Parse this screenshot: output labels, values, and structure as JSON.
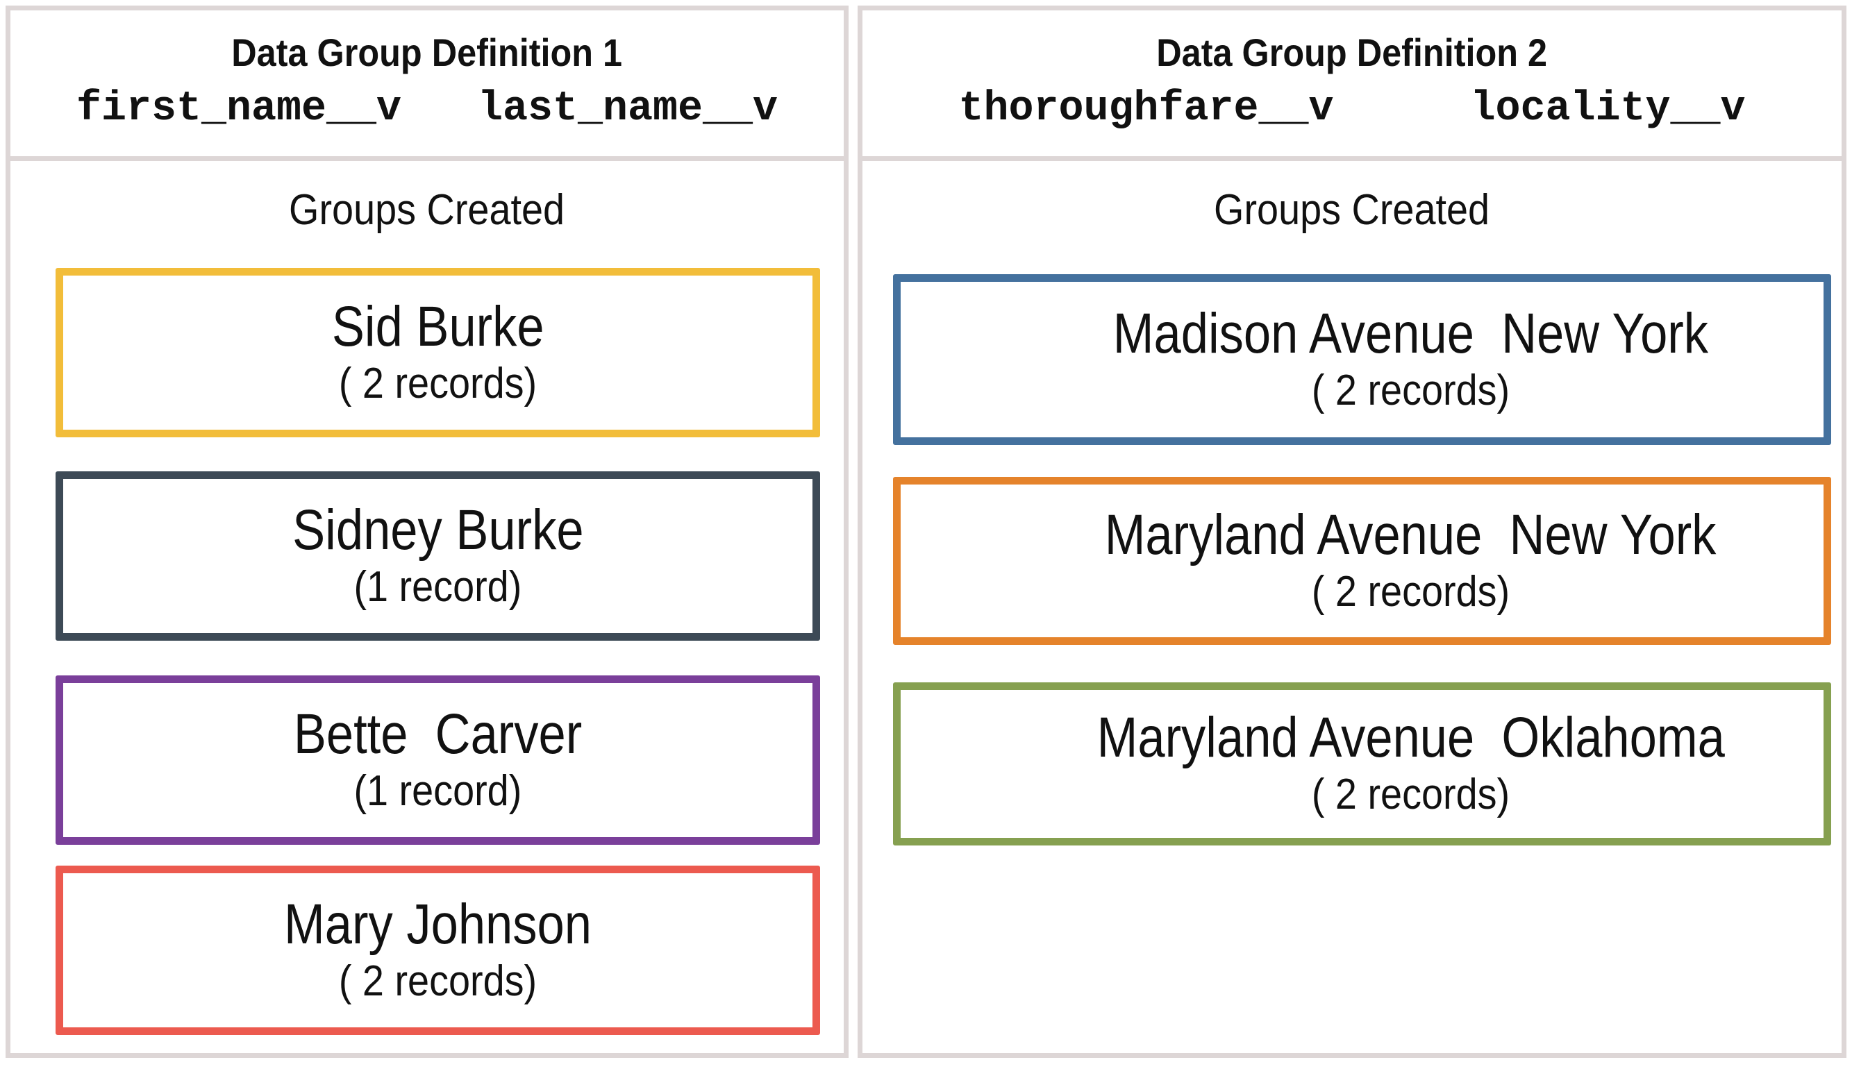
{
  "definitions": [
    {
      "title": "Data Group Definition 1",
      "fields": [
        "first_name__v",
        "last_name__v"
      ],
      "subtitle": "Groups Created",
      "groups": [
        {
          "name": "Sid Burke",
          "records": "( 2 records)",
          "color": "#f2bd3a"
        },
        {
          "name": "Sidney Burke",
          "records": "(1 record)",
          "color": "#3d4a56"
        },
        {
          "name": "Bette  Carver",
          "records": "(1 record)",
          "color": "#7a3f9a"
        },
        {
          "name": "Mary Johnson",
          "records": "( 2 records)",
          "color": "#ec5a4f"
        }
      ]
    },
    {
      "title": "Data Group Definition 2",
      "fields": [
        "thoroughfare__v",
        "locality__v"
      ],
      "subtitle": "Groups Created",
      "groups": [
        {
          "name": "Madison Avenue  New York",
          "records": "( 2 records)",
          "color": "#44719e"
        },
        {
          "name": "Maryland Avenue  New York",
          "records": "( 2 records)",
          "color": "#e5832b"
        },
        {
          "name": "Maryland Avenue  Oklahoma",
          "records": "( 2 records)",
          "color": "#86a050"
        }
      ]
    }
  ]
}
